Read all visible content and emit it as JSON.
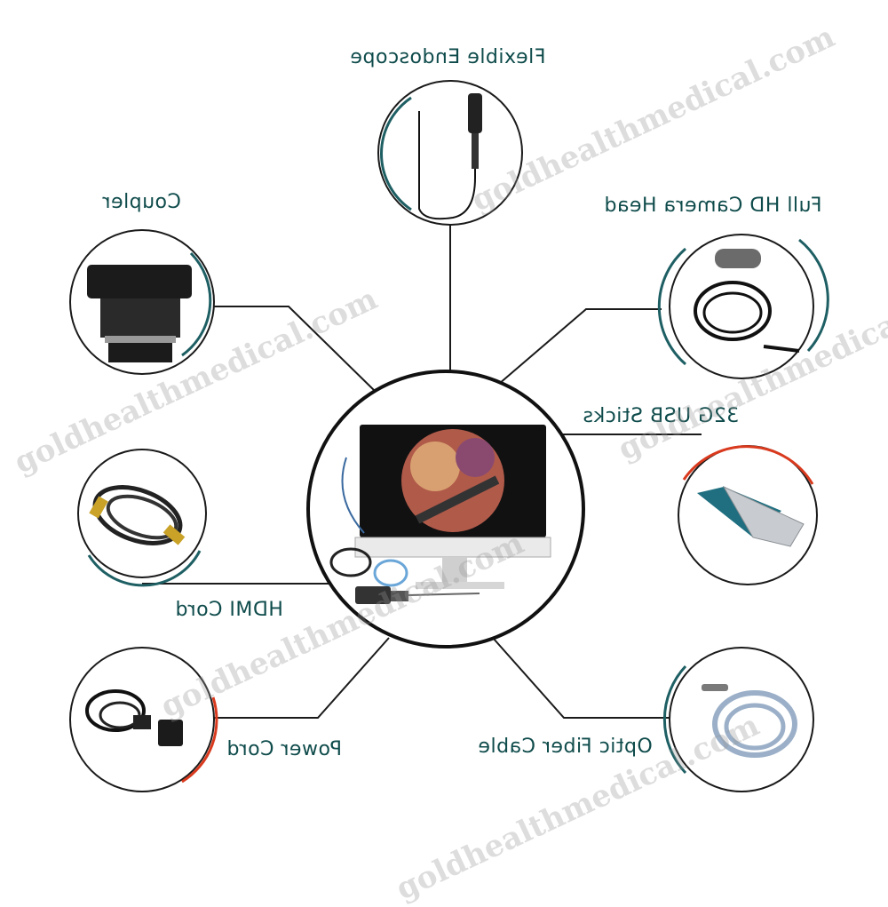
{
  "labels": {
    "flexible_endoscope": "Flexible Endoscope",
    "coupler": "Coupler",
    "camera_head": "Full HD Camera Head",
    "usb_sticks": "32G USB Sticks",
    "hdmi_cord": "HDMI Cord",
    "power_cord": "Power Cord",
    "optic_fiber": "Optic Fiber Cable"
  },
  "watermark": "goldhealthmedical.com",
  "colors": {
    "accent_teal": "#1e5f64",
    "accent_red": "#d93a1e",
    "line": "#1a1a1a",
    "label": "#0f4b4b"
  }
}
